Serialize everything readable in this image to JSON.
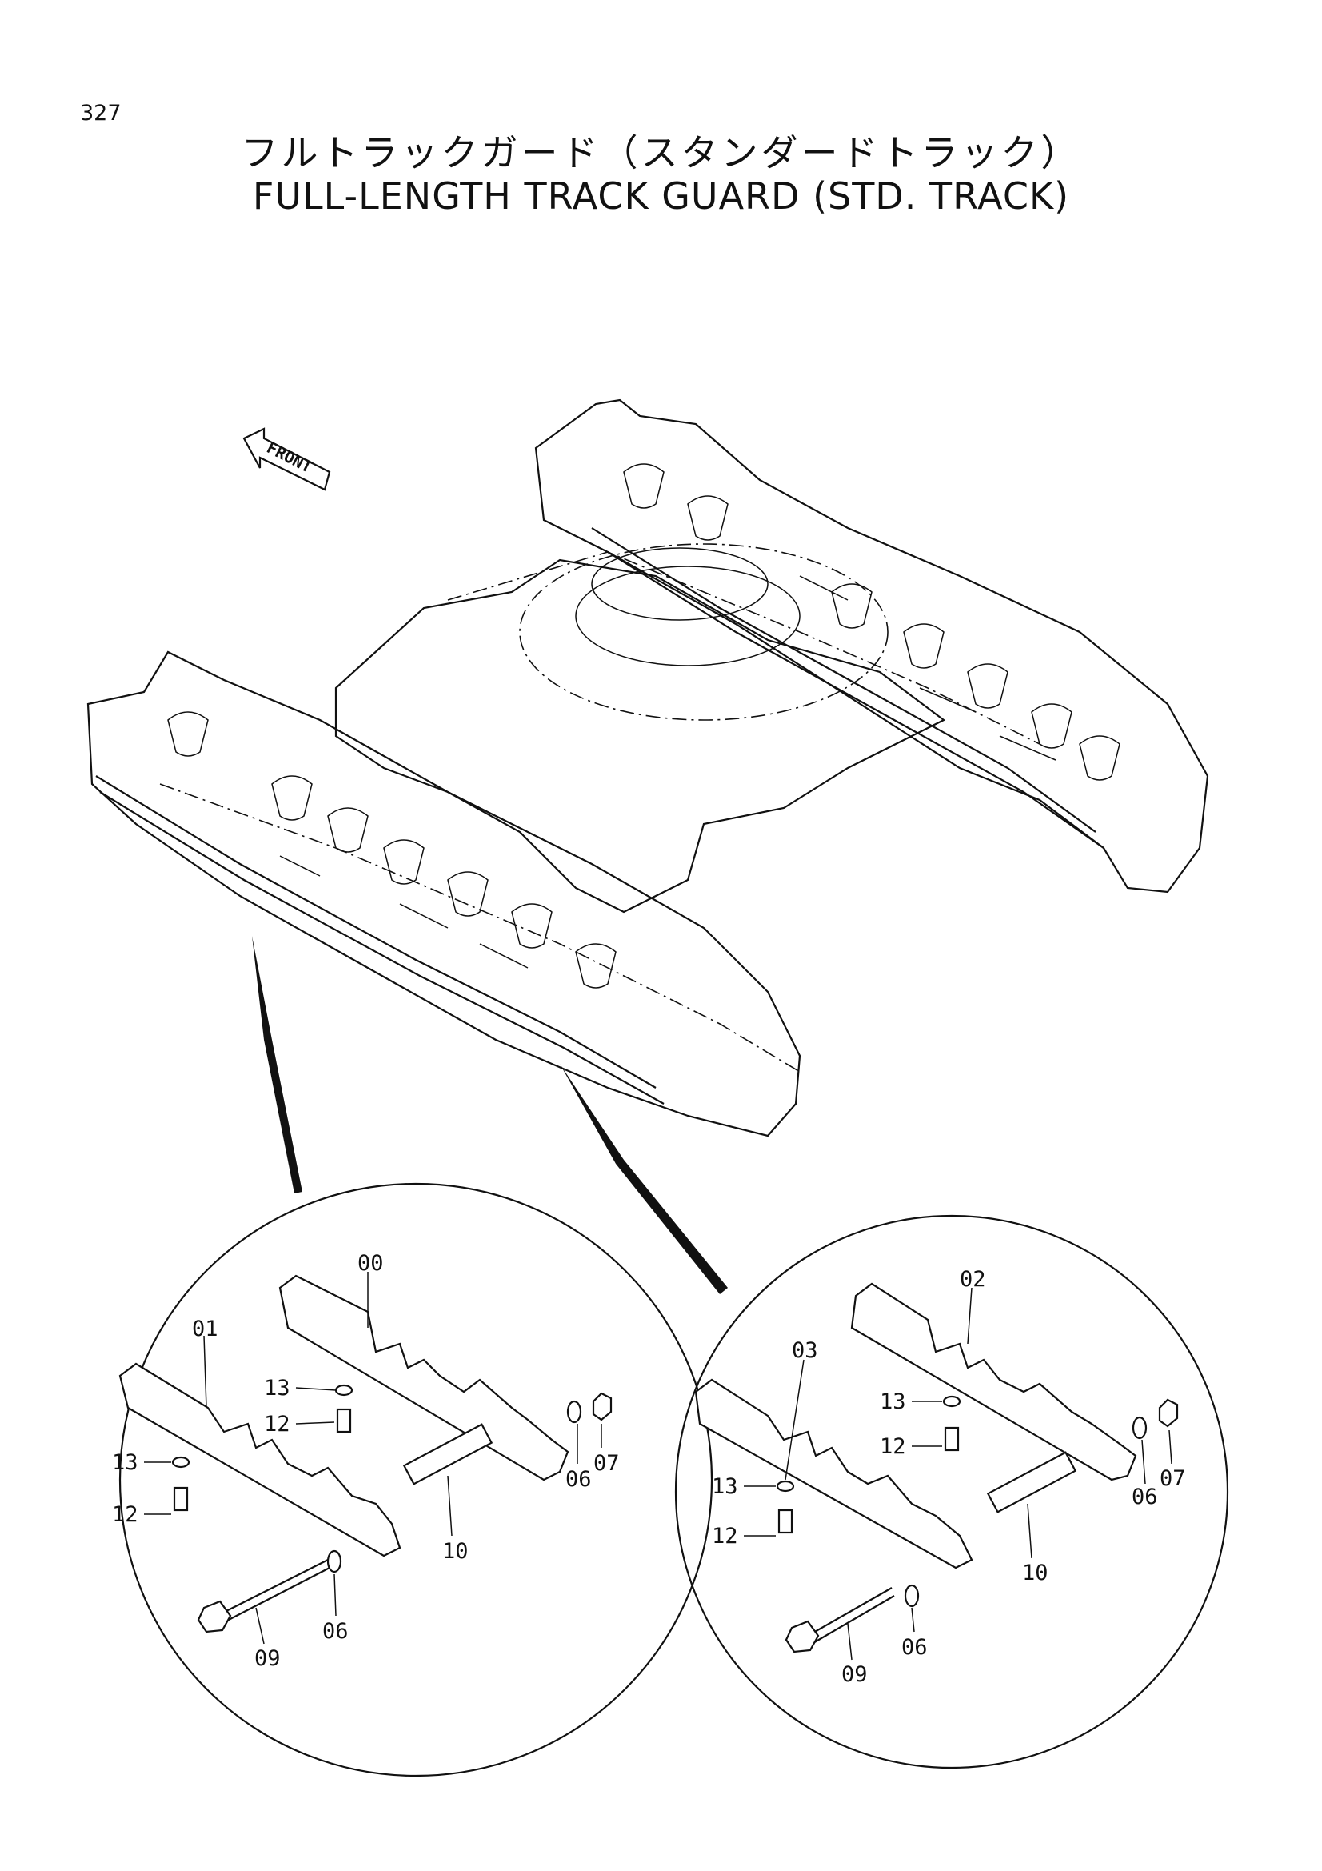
{
  "page_number": "327",
  "title_jp": "フルトラックガード（スタンダードトラック）",
  "title_en": "FULL-LENGTH TRACK GUARD (STD. TRACK)",
  "front_label": "FRONT",
  "left_detail": {
    "callouts": [
      "00",
      "01",
      "13",
      "12",
      "13",
      "12",
      "06",
      "07",
      "10",
      "06",
      "09"
    ]
  },
  "right_detail": {
    "callouts": [
      "02",
      "03",
      "13",
      "12",
      "13",
      "12",
      "06",
      "07",
      "10",
      "06",
      "09"
    ]
  }
}
